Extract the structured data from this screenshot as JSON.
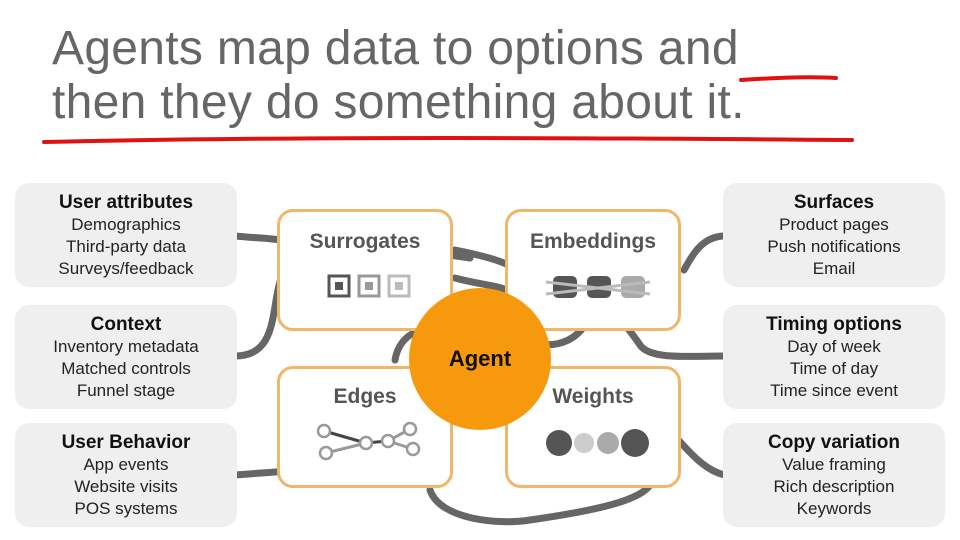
{
  "title": {
    "line1_a": "Agents map data to options ",
    "line1_b": "and",
    "line2": "then they do something about it."
  },
  "inputs": [
    {
      "heading": "User attributes",
      "items": [
        "Demographics",
        "Third-party data",
        "Surveys/feedback"
      ]
    },
    {
      "heading": "Context",
      "items": [
        "Inventory metadata",
        "Matched controls",
        "Funnel stage"
      ]
    },
    {
      "heading": "User Behavior",
      "items": [
        "App events",
        "Website visits",
        "POS systems"
      ]
    }
  ],
  "outputs": [
    {
      "heading": "Surfaces",
      "items": [
        "Product pages",
        "Push notifications",
        "Email"
      ]
    },
    {
      "heading": "Timing options",
      "items": [
        "Day of week",
        "Time of day",
        "Time since event"
      ]
    },
    {
      "heading": "Copy variation",
      "items": [
        "Value framing",
        "Rich description",
        "Keywords"
      ]
    }
  ],
  "components": {
    "surrogates": "Surrogates",
    "embeddings": "Embeddings",
    "edges": "Edges",
    "weights": "Weights"
  },
  "center": "Agent",
  "colors": {
    "title": "#666666",
    "underline": "#e11111",
    "agent": "#f7990c",
    "node_border": "#f0b66a",
    "box": "#efefef",
    "connector": "#666666"
  },
  "icons": [
    "surrogates-squares-icon",
    "embeddings-blocks-icon",
    "edges-graph-icon",
    "weights-circles-icon"
  ]
}
